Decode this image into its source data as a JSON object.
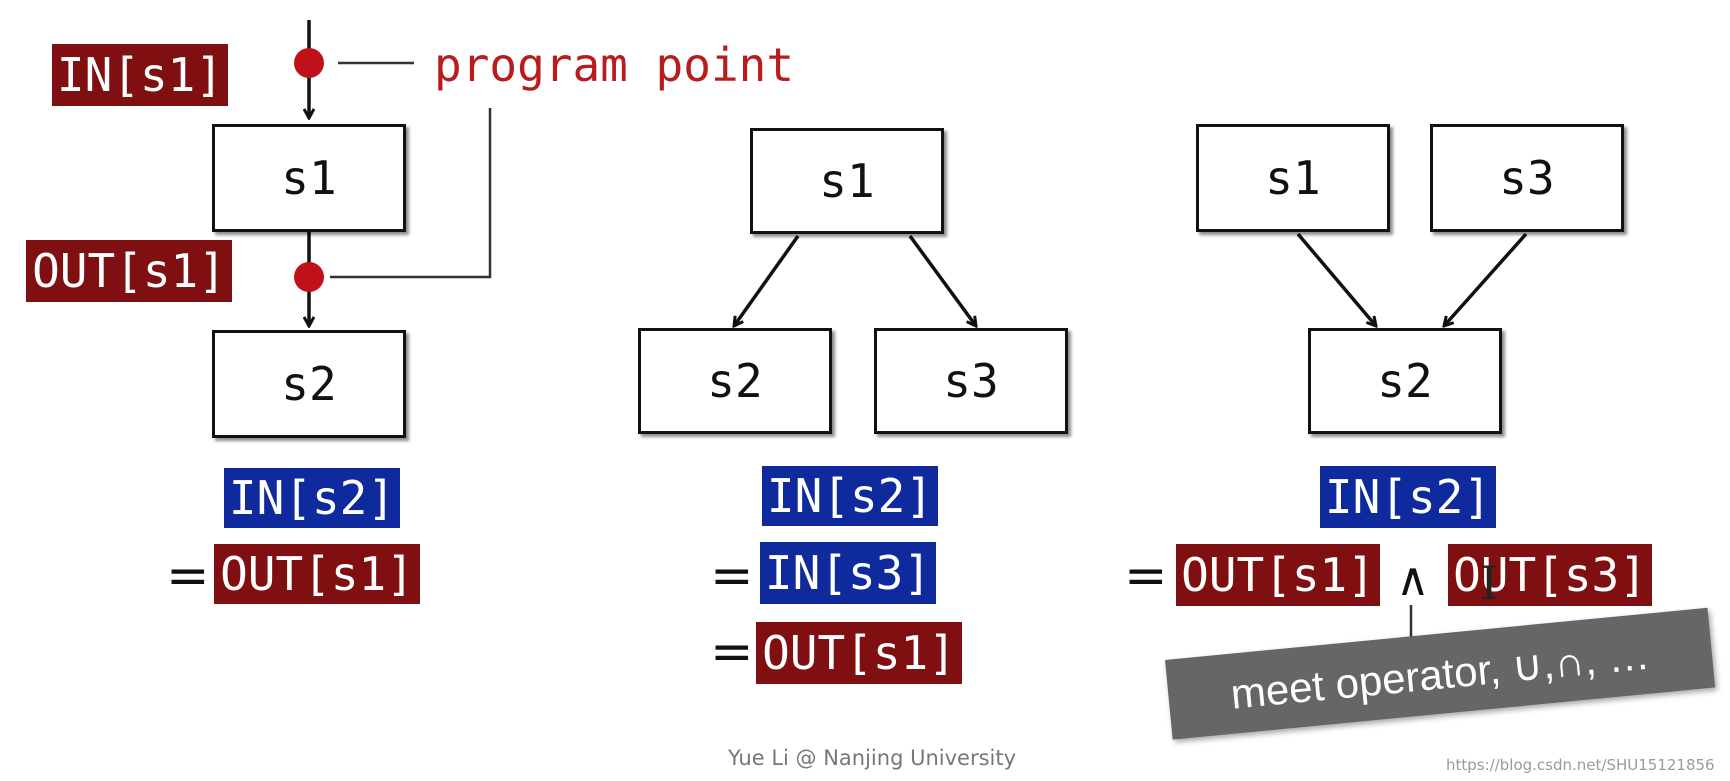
{
  "colors": {
    "red_tag": "#7f0f10",
    "blue_tag": "#0e2a9c",
    "point": "#c0111a",
    "point_label": "#b81c1c"
  },
  "panel1": {
    "in_s1": "IN[s1]",
    "program_point": "program point",
    "out_s1": "OUT[s1]",
    "node_s1": "s1",
    "node_s2": "s2",
    "in_s2": "IN[s2]",
    "eq": "=",
    "rhs_out_s1": "OUT[s1]"
  },
  "panel2": {
    "node_s1": "s1",
    "node_s2": "s2",
    "node_s3": "s3",
    "in_s2": "IN[s2]",
    "eq1": "=",
    "in_s3": "IN[s3]",
    "eq2": "=",
    "out_s1": "OUT[s1]"
  },
  "panel3": {
    "node_s1": "s1",
    "node_s3": "s3",
    "node_s2": "s2",
    "in_s2": "IN[s2]",
    "eq": "=",
    "out_s1": "OUT[s1]",
    "meet": "∧",
    "out_s3": "OUT[s3]",
    "tooltip": "meet operator, ∪,∩, …"
  },
  "footer": "Yue Li @ Nanjing University",
  "watermark": "https://blog.csdn.net/SHU15121856"
}
